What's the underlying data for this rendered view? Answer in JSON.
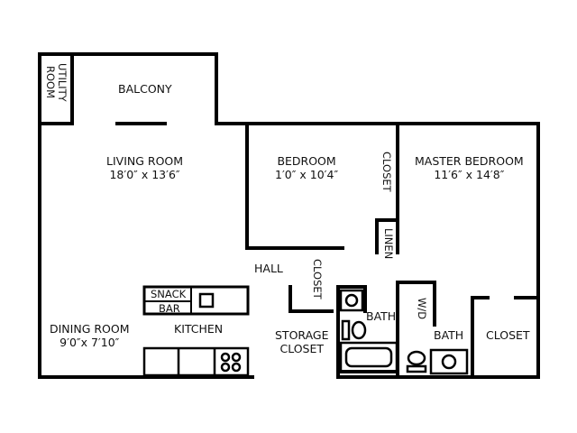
{
  "rooms": {
    "utility": [
      "UTILITY",
      "ROOM"
    ],
    "balcony": "BALCONY",
    "living_room": {
      "name": "LIVING ROOM",
      "size": "18′0″ x 13′6″"
    },
    "bedroom": {
      "name": "BEDROOM",
      "size": "1′0″ x 10′4″"
    },
    "bedroom_closet": "CLOSET",
    "master_bedroom": {
      "name": "MASTER BEDROOM",
      "size": "11′6″ x 14′8″"
    },
    "linen": "LINEN",
    "hall": "HALL",
    "hall_closet": "CLOSET",
    "snack": "SNACK",
    "bar": "BAR",
    "kitchen": "KITCHEN",
    "dining_room": {
      "name": "DINING ROOM",
      "size": "9′0″x 7′10″"
    },
    "storage_closet": [
      "STORAGE",
      "CLOSET"
    ],
    "bath_1": "BATH",
    "wd": "W/D",
    "bath_2": "BATH",
    "master_closet": "CLOSET"
  }
}
